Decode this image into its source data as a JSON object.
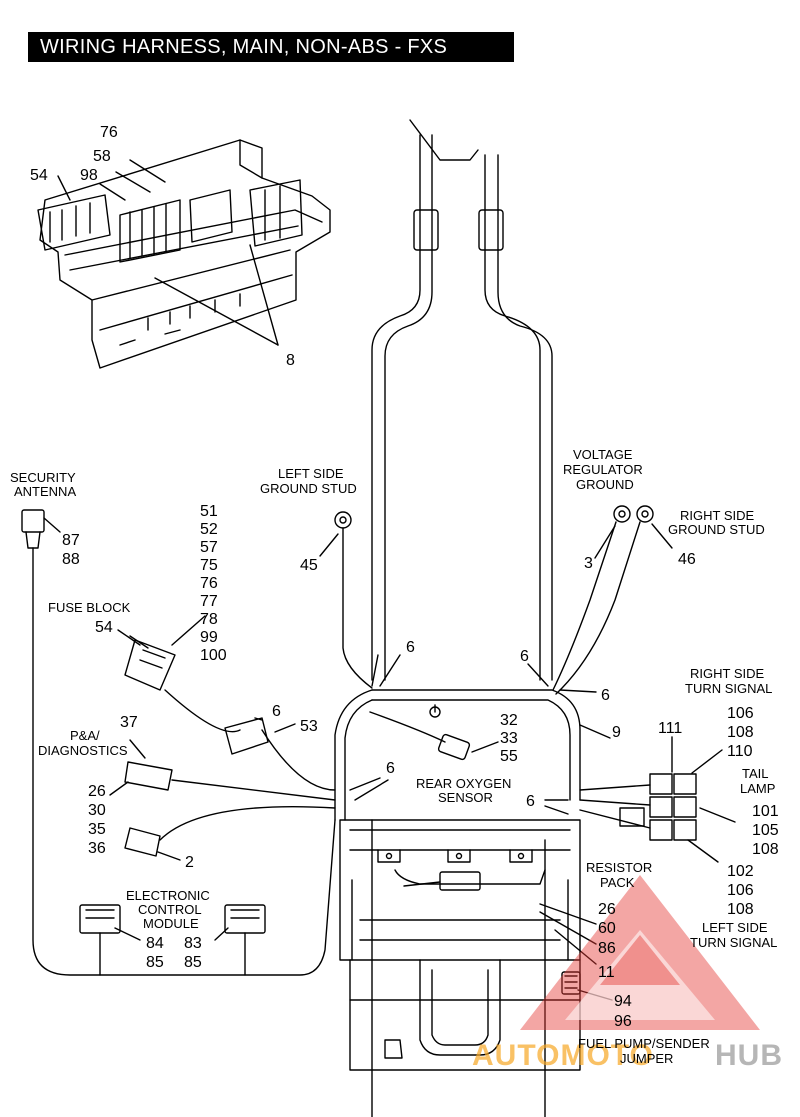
{
  "title": "WIRING HARNESS, MAIN, NON-ABS - FXS",
  "colors": {
    "ink": "#000000",
    "paper": "#ffffff",
    "watermark_red": "#e53935",
    "watermark_orange": "#f6a623",
    "watermark_grey": "#9e9e9e"
  },
  "labels": {
    "security_antenna": [
      "SECURITY",
      "ANTENNA"
    ],
    "left_ground_stud": [
      "LEFT SIDE",
      "GROUND STUD"
    ],
    "voltage_regulator_ground": [
      "VOLTAGE",
      "REGULATOR",
      "GROUND"
    ],
    "right_ground_stud": [
      "RIGHT SIDE",
      "GROUND STUD"
    ],
    "fuse_block": "FUSE BLOCK",
    "pa_diagnostics": [
      "P&A/",
      "DIAGNOSTICS"
    ],
    "right_turn_signal": [
      "RIGHT SIDE",
      "TURN SIGNAL"
    ],
    "tail_lamp": [
      "TAIL",
      "LAMP"
    ],
    "rear_oxygen_sensor": [
      "REAR OXYGEN",
      "SENSOR"
    ],
    "electronic_control_module": [
      "ELECTRONIC",
      "CONTROL",
      "MODULE"
    ],
    "resistor_pack": [
      "RESISTOR",
      "PACK"
    ],
    "left_turn_signal": [
      "LEFT SIDE",
      "TURN SIGNAL"
    ],
    "fuel_pump_jumper": [
      "FUEL PUMP/SENDER",
      "JUMPER"
    ]
  },
  "callouts": {
    "fuse_area_top": [
      "76",
      "58",
      "98",
      "54"
    ],
    "fuse_area_8": "8",
    "security_antenna": [
      "87",
      "88"
    ],
    "left_ground": "45",
    "voltage_regulator": "3",
    "right_ground": "46",
    "fuse_block_list": [
      "51",
      "52",
      "57",
      "75",
      "76",
      "77",
      "78",
      "99",
      "100"
    ],
    "fuse_block_54": "54",
    "six": "6",
    "connector_53": "53",
    "pa_37": "37",
    "pa_list": [
      "26",
      "30",
      "35",
      "36"
    ],
    "connector_2": "2",
    "oxygen_list": [
      "32",
      "33",
      "55"
    ],
    "clip_9": "9",
    "right_turn_111": "111",
    "right_turn_list": [
      "106",
      "108",
      "110"
    ],
    "tail_lamp_list": [
      "101",
      "105",
      "108"
    ],
    "left_turn_list": [
      "102",
      "106",
      "108"
    ],
    "ecm_left": [
      "84",
      "85"
    ],
    "ecm_right": [
      "83",
      "85"
    ],
    "resistor_list": [
      "26",
      "60",
      "86",
      "11"
    ],
    "fuel_pump_list": [
      "94",
      "96"
    ]
  },
  "watermark": {
    "part1": "AUTOMOTO",
    "part2": "HUB"
  }
}
